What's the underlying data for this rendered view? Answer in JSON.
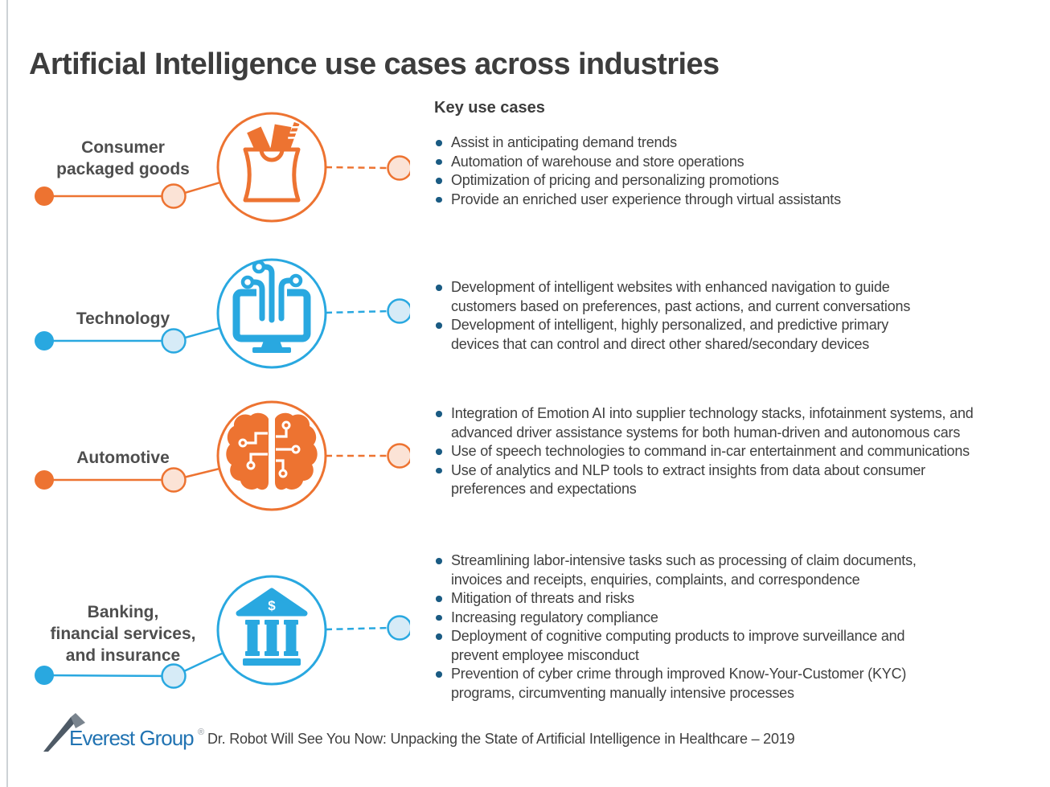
{
  "title": "Artificial Intelligence use cases across industries",
  "key_use_cases_header": "Key use cases",
  "colors": {
    "orange": "#ED7331",
    "orange-light": "#FBE3D6",
    "blue": "#29A8E0",
    "blue-light": "#D6EBF7",
    "bullet-navy": "#1A5B83",
    "text-dark": "#3F3F3F",
    "label-gray": "#4E4E4E",
    "title-gray": "#3D3D3D",
    "logo-blue": "#2173B2"
  },
  "rows": [
    {
      "industry": "Consumer\npackaged goods",
      "theme": "orange",
      "icon": "shopping-bag-icon",
      "bullets": [
        "Assist in anticipating demand trends",
        "Automation of warehouse and store operations",
        "Optimization of pricing and personalizing promotions",
        "Provide an enriched user experience through virtual assistants"
      ]
    },
    {
      "industry": "Technology",
      "theme": "blue",
      "icon": "monitor-circuit-icon",
      "bullets": [
        "Development of intelligent websites with enhanced navigation to guide\ncustomers based on preferences, past actions, and current conversations",
        "Development of intelligent, highly personalized, and predictive primary\ndevices that can control and direct other shared/secondary devices"
      ]
    },
    {
      "industry": "Automotive",
      "theme": "orange",
      "icon": "brain-circuit-icon",
      "bullets": [
        "Integration of Emotion AI into supplier technology stacks, infotainment systems, and\nadvanced driver assistance systems for both human-driven and autonomous cars",
        "Use of speech technologies to command in-car entertainment and communications",
        "Use of analytics and NLP tools to extract insights from data about consumer\npreferences and expectations"
      ]
    },
    {
      "industry": "Banking,\nfinancial services,\nand insurance",
      "theme": "blue",
      "icon": "bank-icon",
      "icon_glyph": "$",
      "bullets": [
        "Streamlining labor-intensive tasks such as processing of claim documents,\ninvoices and receipts, enquiries, complaints, and correspondence",
        "Mitigation of threats and risks",
        "Increasing regulatory compliance",
        "Deployment of cognitive computing products to improve surveillance and\nprevent employee misconduct",
        "Prevention of cyber crime through improved Know-Your-Customer (KYC)\nprograms, circumventing manually intensive processes"
      ]
    }
  ],
  "footer": {
    "logo_text": "Everest Group",
    "registered_mark": "®",
    "source_text": "Dr. Robot Will See You Now: Unpacking the State of Artificial Intelligence in Healthcare – 2019"
  }
}
